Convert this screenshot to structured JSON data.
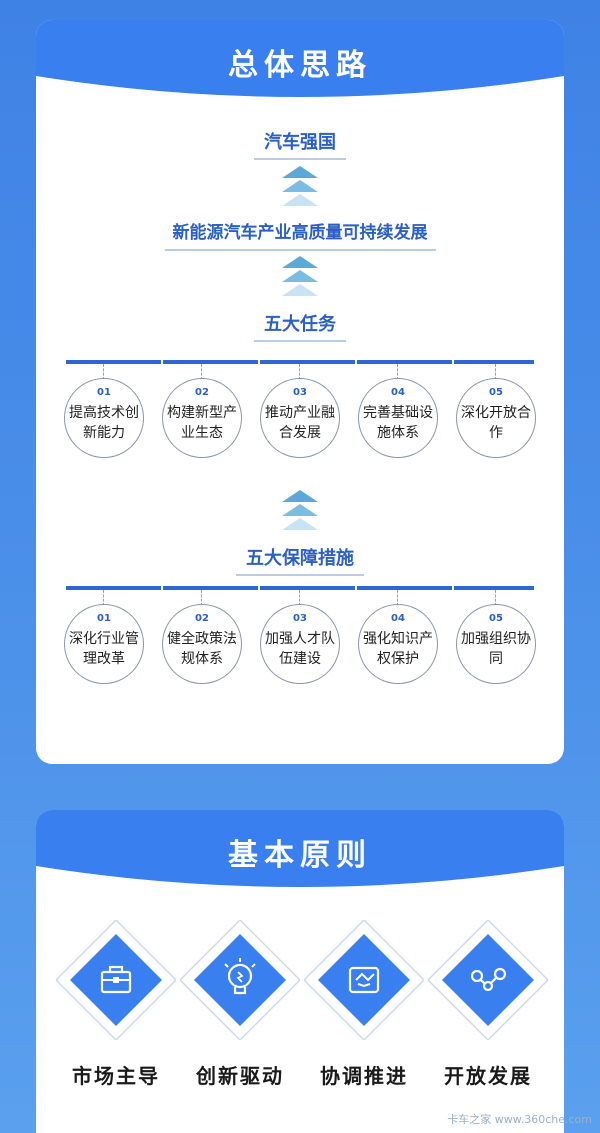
{
  "section1": {
    "title": "总体思路",
    "goal": "汽车强国",
    "mid": "新能源汽车产业高质量可持续发展",
    "tasks_title": "五大任务",
    "tasks": [
      {
        "num": "01",
        "label": "提高技术创新能力"
      },
      {
        "num": "02",
        "label": "构建新型产业生态"
      },
      {
        "num": "03",
        "label": "推动产业融合发展"
      },
      {
        "num": "04",
        "label": "完善基础设施体系"
      },
      {
        "num": "05",
        "label": "深化开放合作"
      }
    ],
    "measures_title": "五大保障措施",
    "measures": [
      {
        "num": "01",
        "label": "深化行业管理改革"
      },
      {
        "num": "02",
        "label": "健全政策法规体系"
      },
      {
        "num": "03",
        "label": "加强人才队伍建设"
      },
      {
        "num": "04",
        "label": "强化知识产权保护"
      },
      {
        "num": "05",
        "label": "加强组织协同"
      }
    ]
  },
  "section2": {
    "title": "基本原则",
    "principles": [
      {
        "label": "市场主导",
        "icon": "briefcase-icon"
      },
      {
        "label": "创新驱动",
        "icon": "lightbulb-icon"
      },
      {
        "label": "协调推进",
        "icon": "handshake-icon"
      },
      {
        "label": "开放发展",
        "icon": "share-nodes-icon"
      }
    ]
  },
  "watermark": "卡车之家 www.360che.com",
  "colors": {
    "background": "#4a8fe9",
    "header": "#3a7ff0",
    "accent": "#2b5fc4",
    "chevron_light": "#c8e3f3",
    "chevron_dark": "#5aa9d6"
  }
}
